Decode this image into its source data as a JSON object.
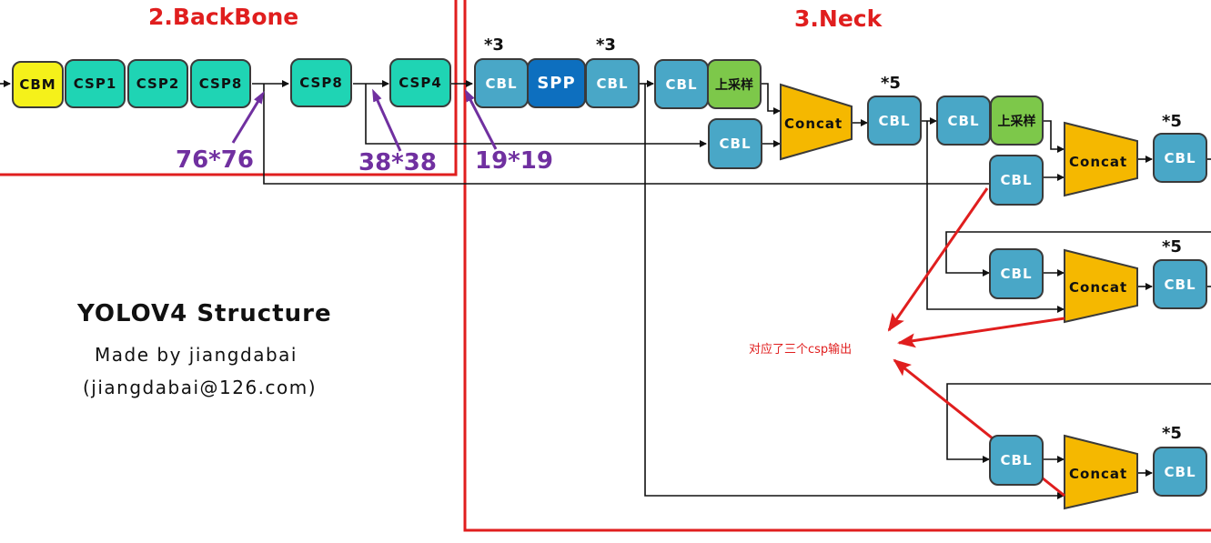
{
  "sections": {
    "backbone": "2.BackBone",
    "neck": "3.Neck"
  },
  "backbone": {
    "cbm": "CBM",
    "csp1": "CSP1",
    "csp2": "CSP2",
    "csp8_a": "CSP8",
    "csp8_b": "CSP8",
    "csp4": "CSP4"
  },
  "dims": {
    "d76": "76*76",
    "d38": "38*38",
    "d19": "19*19"
  },
  "neck": {
    "cbl": "CBL",
    "spp": "SPP",
    "upsample": "上采样",
    "concat": "Concat",
    "star3": "*3",
    "star5": "*5",
    "partial": "CBL"
  },
  "credits": {
    "title": "YOLOV4 Structure",
    "author": "Made by jiangdabai",
    "email": "(jiangdabai@126.com)"
  },
  "annotation": "对应了三个csp输出",
  "colors": {
    "frame": "#e01e1e",
    "cbm": "#f5f11a",
    "csp": "#1fd4b4",
    "cbl": "#49a7c7",
    "spp": "#0d6fbf",
    "upsample": "#7dc84a",
    "concat": "#f5b800",
    "dim": "#7030a0"
  }
}
